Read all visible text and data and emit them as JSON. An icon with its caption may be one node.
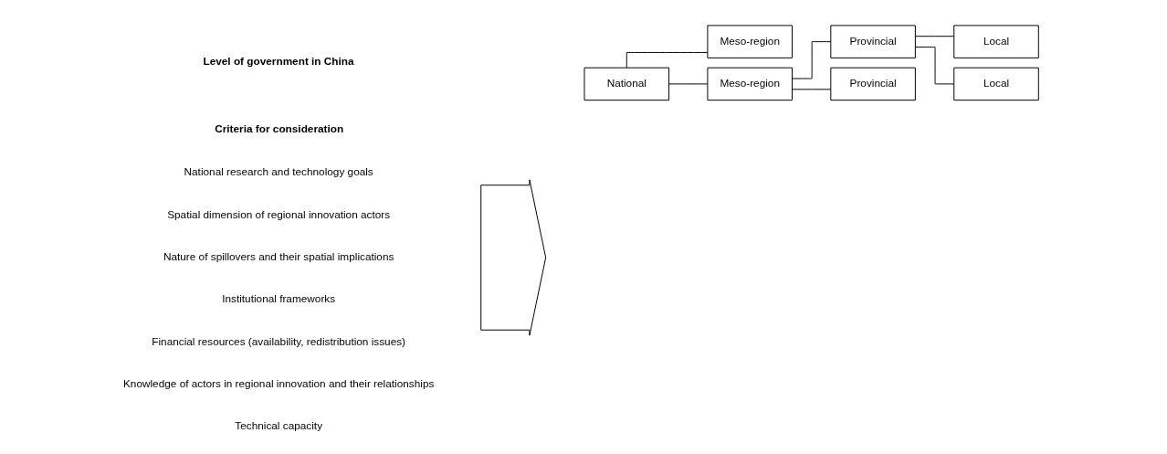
{
  "diagram": {
    "nodes": [
      {
        "text": [],
        "shape": "arrow"
      },
      {
        "text": [
          "National"
        ]
      },
      {
        "text": [
          "Meso-region"
        ]
      },
      {
        "text": [
          "Meso-region"
        ]
      },
      {
        "text": [
          "Provincial"
        ]
      },
      {
        "text": [
          "Provincial"
        ]
      },
      {
        "text": [
          "Local"
        ]
      },
      {
        "text": [
          "Local"
        ]
      }
    ],
    "edges": [
      {
        "from": 1,
        "to": 2,
        "arrow": "none"
      },
      {
        "from": 1,
        "to": 3,
        "arrow": "none"
      },
      {
        "from": 2,
        "to": 4,
        "arrow": "none"
      },
      {
        "from": 2,
        "to": 5,
        "arrow": "none"
      },
      {
        "from": 5,
        "to": 6,
        "arrow": "none"
      },
      {
        "from": 5,
        "to": 7,
        "arrow": "none"
      }
    ],
    "labels": [
      "Criteria for consideration",
      "Level of government in China",
      "National research and technology goals",
      "Spatial dimension of regional innovation actors",
      "Nature of spillovers and their spatial implications",
      "Institutional frameworks",
      "Financial resources (availability, redistribution issues)",
      "Knowledge of actors in regional innovation and their relationships",
      "Technical capacity"
    ]
  }
}
